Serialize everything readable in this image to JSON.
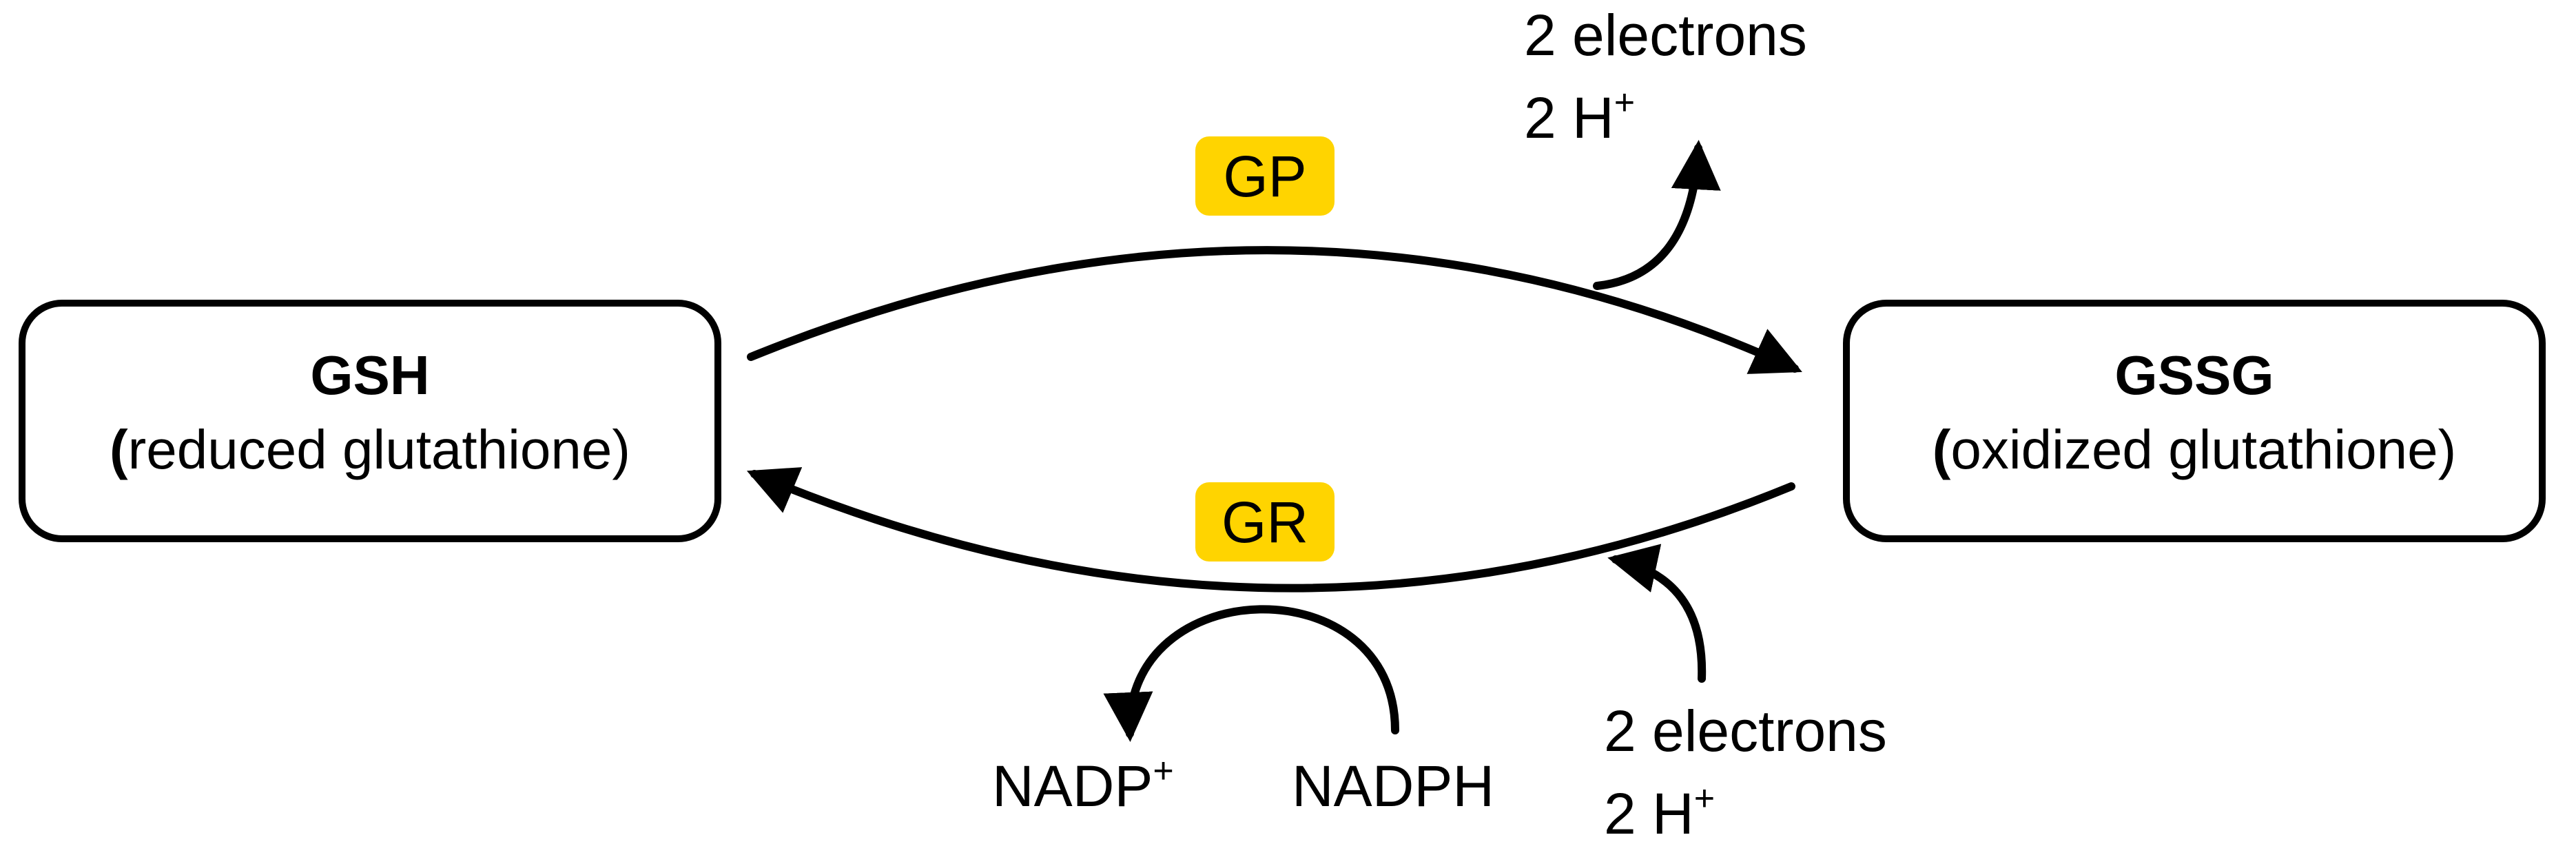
{
  "nodes": {
    "left": {
      "title": "GSH",
      "open_paren": "(",
      "subtitle": "reduced glutathione",
      "close_paren": ")"
    },
    "right": {
      "title": "GSSG",
      "open_paren": "(",
      "subtitle": "oxidized glutathione",
      "close_paren": ")"
    }
  },
  "enzymes": {
    "top": {
      "label": "GP"
    },
    "bottom": {
      "label": "GR"
    }
  },
  "top_release": {
    "line1": "2 electrons",
    "line2_base": "2 H",
    "line2_sup": "+"
  },
  "bottom_input": {
    "line1": "2 electrons",
    "line2_base": "2 H",
    "line2_sup": "+"
  },
  "cofactors": {
    "product_base": "NADP",
    "product_sup": "+",
    "reactant": "NADPH"
  },
  "colors": {
    "enzyme_fill": "#FFD400",
    "stroke": "#000000",
    "background": "#FFFFFF"
  }
}
